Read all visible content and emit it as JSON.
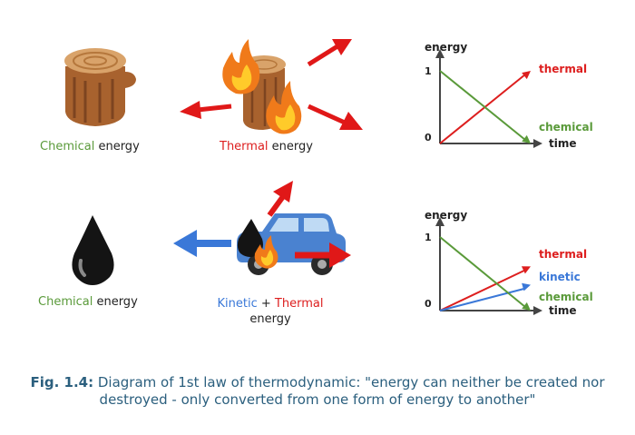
{
  "row1": {
    "wood_label_part1": "Chemical",
    "wood_label_part2": " energy",
    "fire_label_part1": "Thermal",
    "fire_label_part2": " energy"
  },
  "row2": {
    "oil_label_part1": "Chemical",
    "oil_label_part2": " energy",
    "car_label_kinetic": "Kinetic",
    "car_label_plus": " + ",
    "car_label_thermal": "Thermal",
    "car_label_energy": "energy"
  },
  "graph1": {
    "y_axis_label": "energy",
    "x_axis_label": "time",
    "tick_top": "1",
    "tick_origin": "0",
    "series": [
      {
        "name": "thermal",
        "start": 0,
        "end": 1
      },
      {
        "name": "chemical",
        "start": 1,
        "end": 0
      }
    ]
  },
  "graph2": {
    "y_axis_label": "energy",
    "x_axis_label": "time",
    "tick_top": "1",
    "tick_origin": "0",
    "series": [
      {
        "name": "thermal",
        "start": 0,
        "end": 0.6
      },
      {
        "name": "kinetic",
        "start": 0,
        "end": 0.35
      },
      {
        "name": "chemical",
        "start": 1,
        "end": 0
      }
    ]
  },
  "colors": {
    "chemical": "#5a9a3a",
    "thermal": "#dd1e1e",
    "kinetic": "#3a78d8",
    "caption": "#2b5f7e"
  },
  "caption": {
    "prefix": "Fig. 1.4:",
    "text": " Diagram of 1st law of thermodynamic: \"energy can neither be created nor destroyed - only converted from one form of energy to another\""
  }
}
